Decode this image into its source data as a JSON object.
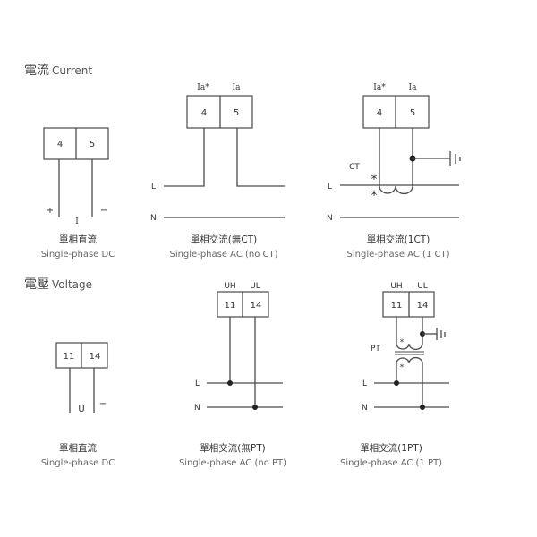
{
  "sections": {
    "current": {
      "title_cn": "電流",
      "title_en": "Current"
    },
    "voltage": {
      "title_cn": "電壓",
      "title_en": "Voltage"
    }
  },
  "current_dc": {
    "terminals": [
      "4",
      "5"
    ],
    "plus": "+",
    "minus": "−",
    "symbol": "I",
    "caption_cn": "單相直流",
    "caption_en": "Single-phase DC"
  },
  "current_ac_noct": {
    "pins": [
      "Ia*",
      "Ia"
    ],
    "terminals": [
      "4",
      "5"
    ],
    "line": "L",
    "neutral": "N",
    "caption_cn": "單相交流(無CT)",
    "caption_en": "Single-phase AC (no CT)"
  },
  "current_ac_1ct": {
    "pins": [
      "Ia*",
      "Ia"
    ],
    "terminals": [
      "4",
      "5"
    ],
    "ct": "CT",
    "star": "*",
    "line": "L",
    "neutral": "N",
    "caption_cn": "單相交流(1CT)",
    "caption_en": "Single-phase AC (1 CT)"
  },
  "voltage_dc": {
    "terminals": [
      "11",
      "14"
    ],
    "symbol": "U",
    "minus": "−",
    "caption_cn": "單相直流",
    "caption_en": "Single-phase DC"
  },
  "voltage_ac_nopt": {
    "pins": [
      "UH",
      "UL"
    ],
    "terminals": [
      "11",
      "14"
    ],
    "line": "L",
    "neutral": "N",
    "caption_cn": "單相交流(無PT)",
    "caption_en": "Single-phase AC (no PT)"
  },
  "voltage_ac_1pt": {
    "pins": [
      "UH",
      "UL"
    ],
    "terminals": [
      "11",
      "14"
    ],
    "pt": "PT",
    "star": "*",
    "line": "L",
    "neutral": "N",
    "caption_cn": "單相交流(1PT)",
    "caption_en": "Single-phase AC (1 PT)"
  }
}
